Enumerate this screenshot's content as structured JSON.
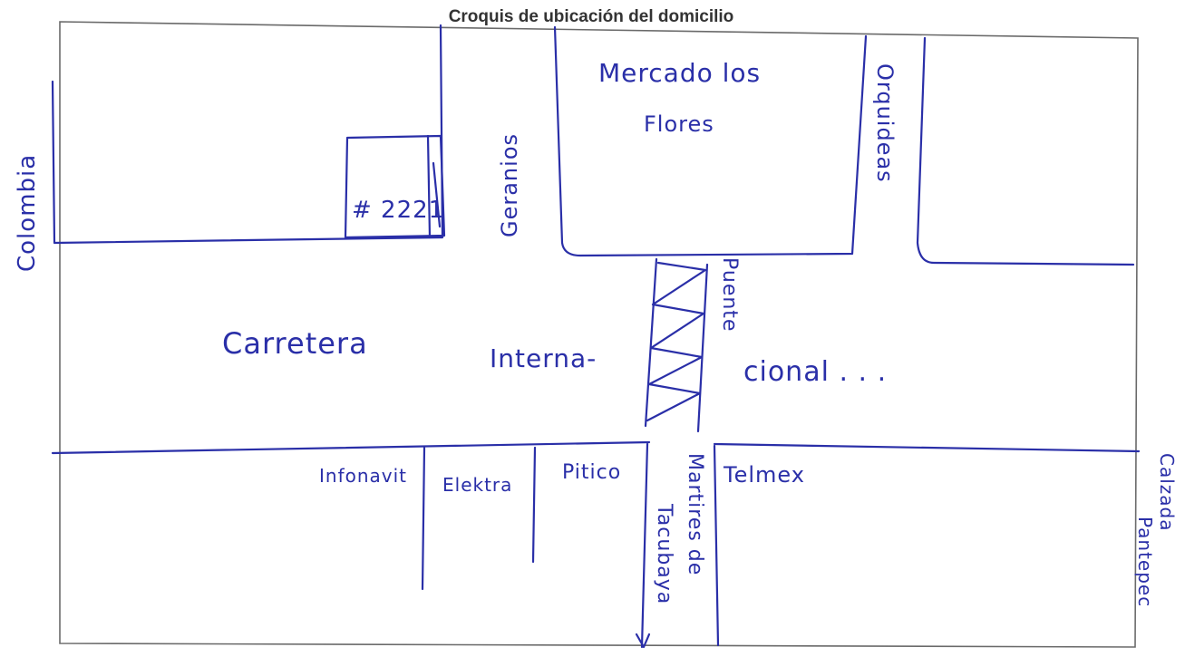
{
  "title": "Croquis de ubicación del domicilio",
  "colors": {
    "ink": "#2a2fa8",
    "frame": "#6a6a6a",
    "title": "#333333"
  },
  "labels": {
    "market_line1": "Mercado los",
    "market_line2": "Flores",
    "street_geranios": "Geranios",
    "street_orquideas": "Orquideas",
    "street_colombia": "Colombia",
    "house_number": "# 2221",
    "road_part1": "Carretera",
    "road_part2": "Interna-",
    "road_part3": "cional . . .",
    "bridge": "Puente",
    "shop_infonavit": "Infonavit",
    "shop_elektra": "Elektra",
    "shop_pitico": "Pitico",
    "shop_telmex": "Telmex",
    "street_martires": "Martires de",
    "street_tacubaya": "Tacubaya",
    "street_calzada_line1": "Calzada",
    "street_calzada_line2": "Pantepec"
  },
  "icons": {
    "bridge": "zigzag-bridge-icon"
  }
}
